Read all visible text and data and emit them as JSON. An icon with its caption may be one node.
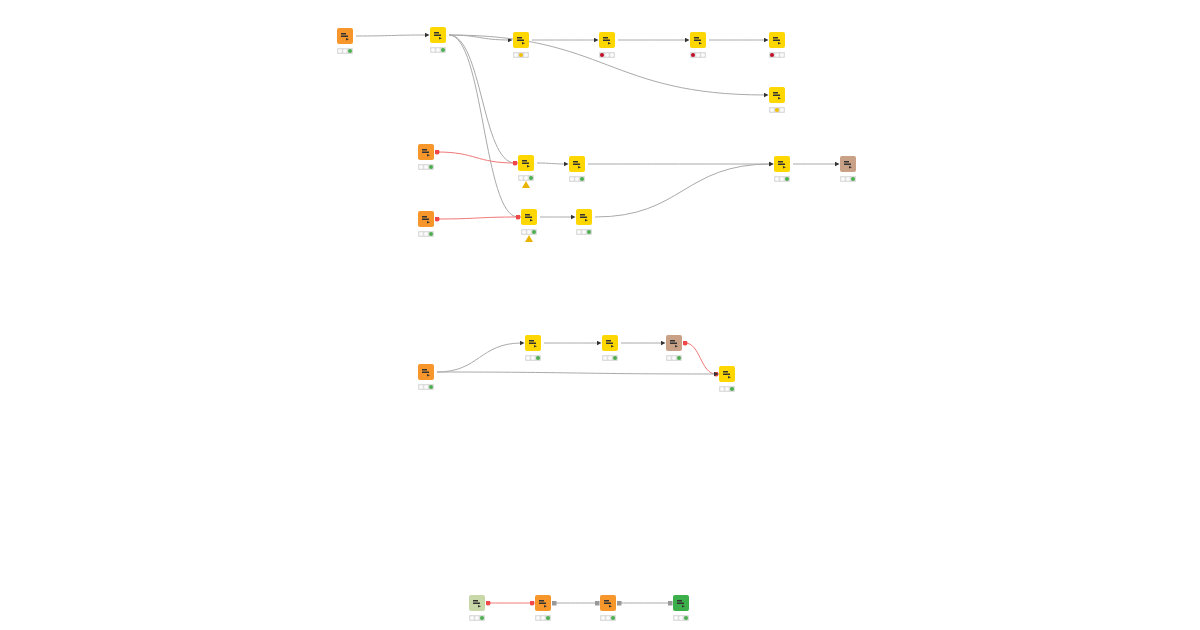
{
  "diagram": {
    "nodes": [
      {
        "text": [],
        "shape": "box"
      },
      {
        "text": [],
        "shape": "box"
      },
      {
        "text": [],
        "shape": "box"
      },
      {
        "text": [],
        "shape": "box"
      },
      {
        "text": [],
        "shape": "box"
      },
      {
        "text": [],
        "shape": "box"
      },
      {
        "text": [],
        "shape": "box"
      },
      {
        "text": [],
        "shape": "box"
      },
      {
        "text": [],
        "shape": "box"
      },
      {
        "text": [],
        "shape": "box"
      },
      {
        "text": [],
        "shape": "box"
      },
      {
        "text": [],
        "shape": "box"
      },
      {
        "text": [],
        "shape": "box"
      },
      {
        "text": [],
        "shape": "box"
      },
      {
        "text": [],
        "shape": "box"
      },
      {
        "text": [],
        "shape": "box"
      },
      {
        "text": [],
        "shape": "box"
      },
      {
        "text": [],
        "shape": "box"
      },
      {
        "text": [],
        "shape": "box"
      },
      {
        "text": [],
        "shape": "box"
      },
      {
        "text": [],
        "shape": "box"
      },
      {
        "text": [],
        "shape": "box"
      },
      {
        "text": [],
        "shape": "box"
      },
      {
        "text": [],
        "shape": "box"
      }
    ],
    "edges": [
      {
        "from": 0,
        "to": 1,
        "arrow": "to"
      },
      {
        "from": 1,
        "to": 2,
        "arrow": "to"
      },
      {
        "from": 2,
        "to": 3,
        "arrow": "to"
      },
      {
        "from": 3,
        "to": 4,
        "arrow": "to"
      },
      {
        "from": 4,
        "to": 5,
        "arrow": "to"
      },
      {
        "from": 1,
        "to": 6,
        "arrow": "to"
      },
      {
        "from": 1,
        "to": 8,
        "arrow": "to"
      },
      {
        "from": 1,
        "to": 13,
        "arrow": "to"
      },
      {
        "from": 7,
        "to": 8,
        "arrow": "other",
        "color": "#f07878"
      },
      {
        "from": 12,
        "to": 13,
        "arrow": "other",
        "color": "#f07878"
      },
      {
        "from": 8,
        "to": 9,
        "arrow": "to"
      },
      {
        "from": 9,
        "to": 10,
        "arrow": "to"
      },
      {
        "from": 13,
        "to": 14,
        "arrow": "to"
      },
      {
        "from": 14,
        "to": 10,
        "arrow": "to"
      },
      {
        "from": 10,
        "to": 11,
        "arrow": "to"
      },
      {
        "from": 18,
        "to": 15,
        "arrow": "to"
      },
      {
        "from": 15,
        "to": 16,
        "arrow": "to"
      },
      {
        "from": 16,
        "to": 17,
        "arrow": "to"
      },
      {
        "from": 17,
        "to": 19,
        "arrow": "other",
        "color": "#f07878"
      },
      {
        "from": 18,
        "to": 19,
        "arrow": "to"
      },
      {
        "from": 20,
        "to": 21,
        "arrow": "other",
        "color": "#f07878"
      },
      {
        "from": 21,
        "to": 22,
        "arrow": "other"
      },
      {
        "from": 22,
        "to": 23,
        "arrow": "other"
      }
    ]
  }
}
